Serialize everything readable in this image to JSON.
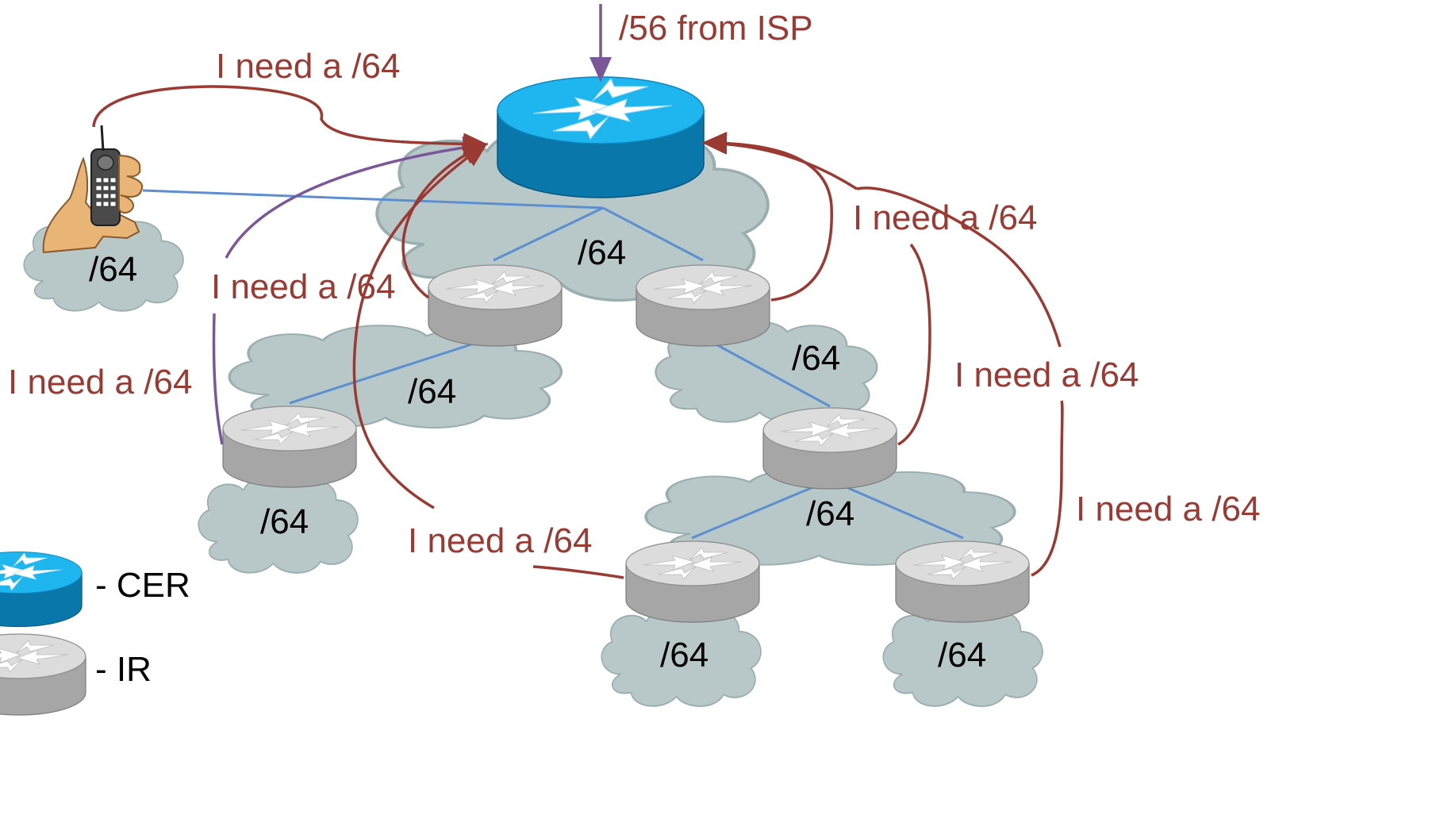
{
  "title": "",
  "isp_label": "/56 from ISP",
  "request_label": "I need a /64",
  "subnet_label": "/64",
  "legend": {
    "cer": "- CER",
    "ir": "- IR"
  },
  "colors": {
    "request_arrow": "#9b3a32",
    "delegation_arrow": "#7a5799",
    "link": "#5b8fd0",
    "cloud_fill": "#b8c8c9",
    "cloud_stroke": "#9aaeaf",
    "cer_top": "#1fb6f0",
    "cer_side": "#0a77ab",
    "ir_top": "#dcdcdc",
    "ir_side": "#a6a6a6"
  },
  "nodes": {
    "cer": {
      "role": "CER",
      "icon": "router-icon"
    },
    "phone": {
      "icon": "mobile-phone-icon"
    },
    "ir_count": 6
  }
}
